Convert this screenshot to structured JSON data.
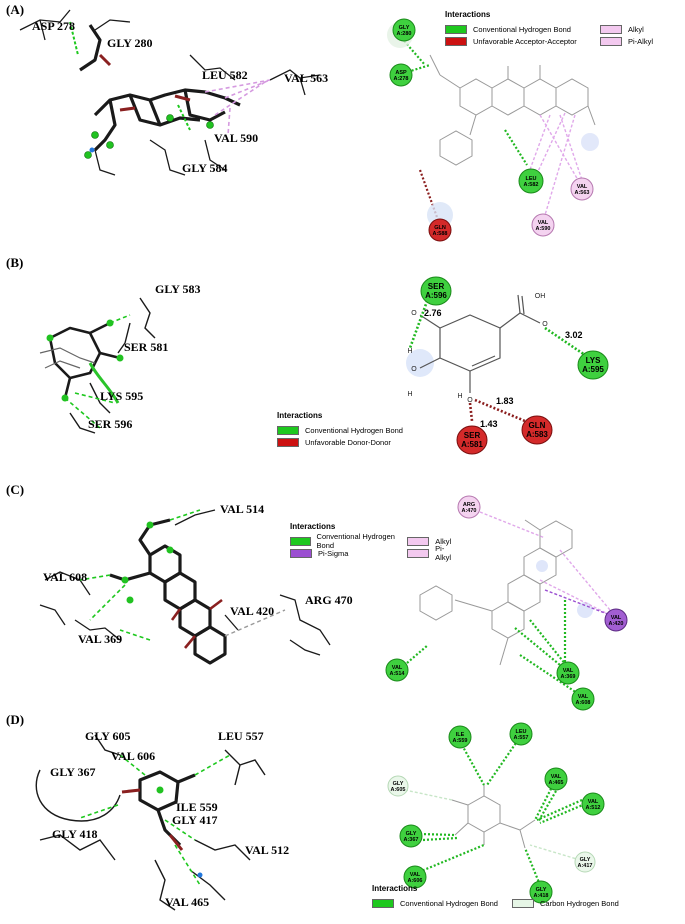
{
  "colors": {
    "hbond": "#1ec81e",
    "unfavorable": "#cc1111",
    "alkyl": "#f3c9ef",
    "pi_sigma": "#9b4fd1",
    "carbon_hbond": "#e6f6e6"
  },
  "panels": [
    {
      "label": "(A)",
      "residues_3d": [
        "ASP 278",
        "GLY 280",
        "LEU 582",
        "VAL 563",
        "VAL 590",
        "GLY 584"
      ],
      "legend": {
        "title": "Interactions",
        "items": [
          "Conventional Hydrogen Bond",
          "Unfavorable Acceptor-Acceptor",
          "Alkyl",
          "Pi-Alkyl"
        ]
      },
      "nodes_2d": [
        {
          "top": "GLY",
          "bottom": "A:280"
        },
        {
          "top": "ASP",
          "bottom": "A:278"
        },
        {
          "top": "LEU",
          "bottom": "A:582"
        },
        {
          "top": "GLN",
          "bottom": "A:588"
        },
        {
          "top": "VAL",
          "bottom": "A:563"
        },
        {
          "top": "VAL",
          "bottom": "A:590"
        }
      ]
    },
    {
      "label": "(B)",
      "residues_3d": [
        "GLY 583",
        "SER 581",
        "LYS 595",
        "SER 596"
      ],
      "legend": {
        "title": "Interactions",
        "items": [
          "Conventional Hydrogen Bond",
          "Unfavorable Donor-Donor"
        ]
      },
      "nodes_2d": [
        {
          "top": "SER",
          "bottom": "A:596"
        },
        {
          "top": "LYS",
          "bottom": "A:595"
        },
        {
          "top": "GLN",
          "bottom": "A:583"
        },
        {
          "top": "SER",
          "bottom": "A:581"
        }
      ],
      "distances": [
        "2.76",
        "3.02",
        "1.83",
        "1.43"
      ]
    },
    {
      "label": "(C)",
      "residues_3d": [
        "VAL 514",
        "VAL 608",
        "VAL 420",
        "ARG 470",
        "VAL 369"
      ],
      "legend": {
        "title": "Interactions",
        "items": [
          "Conventional Hydrogen Bond",
          "Pi-Sigma",
          "Alkyl",
          "Pi-Alkyl"
        ]
      },
      "nodes_2d": [
        {
          "top": "ARG",
          "bottom": "A:470"
        },
        {
          "top": "VAL",
          "bottom": "A:420"
        },
        {
          "top": "VAL",
          "bottom": "A:514"
        },
        {
          "top": "VAL",
          "bottom": "A:369"
        },
        {
          "top": "VAL",
          "bottom": "A:608"
        }
      ]
    },
    {
      "label": "(D)",
      "residues_3d": [
        "GLY 605",
        "LEU 557",
        "VAL 606",
        "GLY 367",
        "ILE 559",
        "GLY 417",
        "GLY 418",
        "VAL 512",
        "VAL 465"
      ],
      "legend": {
        "title": "Interactions",
        "items": [
          "Conventional Hydrogen Bond",
          "Carbon Hydrogen Bond"
        ]
      },
      "nodes_2d": [
        {
          "top": "ILE",
          "bottom": "A:559"
        },
        {
          "top": "LEU",
          "bottom": "A:557"
        },
        {
          "top": "GLY",
          "bottom": "A:605"
        },
        {
          "top": "VAL",
          "bottom": "A:465"
        },
        {
          "top": "VAL",
          "bottom": "A:512"
        },
        {
          "top": "GLY",
          "bottom": "A:367"
        },
        {
          "top": "GLY",
          "bottom": "A:417"
        },
        {
          "top": "VAL",
          "bottom": "A:606"
        },
        {
          "top": "GLY",
          "bottom": "A:418"
        }
      ]
    }
  ]
}
